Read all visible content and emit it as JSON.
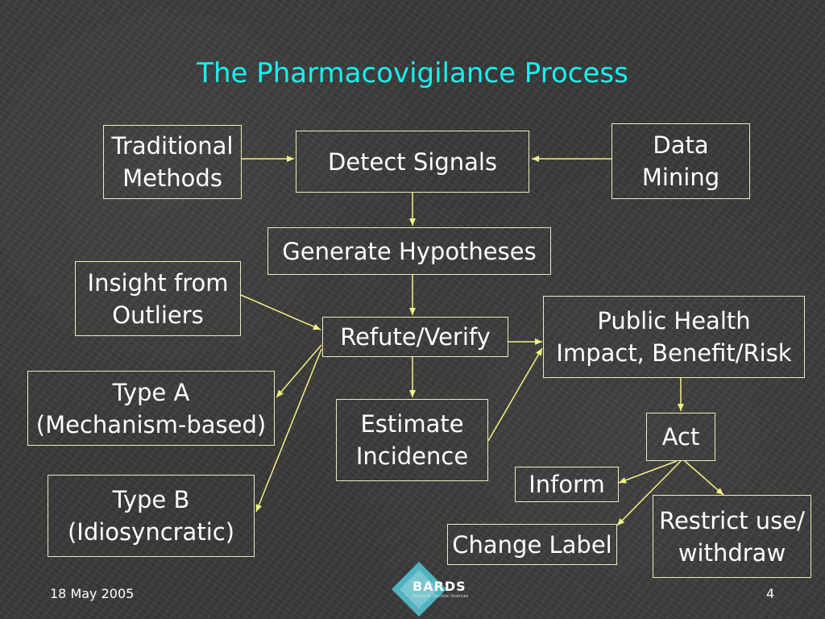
{
  "slide": {
    "title": "The Pharmacovigilance Process",
    "footer_date": "18 May 2005",
    "page_number": "4",
    "logo": {
      "text": "BARDS",
      "tagline": "Research Decision Sciences"
    }
  },
  "colors": {
    "title": "#19f0ee",
    "text": "#ffffff",
    "box_border": "#ecebb8",
    "connector": "#f3f284",
    "background": "#3b3b3b",
    "logo_teal": "#4fb3c0"
  },
  "nodes": {
    "traditional_methods": {
      "line1": "Traditional",
      "line2": "Methods"
    },
    "detect_signals": {
      "line1": "Detect Signals"
    },
    "data_mining": {
      "line1": "Data",
      "line2": "Mining"
    },
    "generate_hypotheses": {
      "line1": "Generate Hypotheses"
    },
    "insight_outliers": {
      "line1": "Insight from",
      "line2": "Outliers"
    },
    "refute_verify": {
      "line1": "Refute/Verify"
    },
    "public_health": {
      "line1": "Public Health",
      "line2": "Impact, Benefit/Risk"
    },
    "type_a": {
      "line1": "Type A",
      "line2": "(Mechanism-based)"
    },
    "estimate_incidence": {
      "line1": "Estimate",
      "line2": "Incidence"
    },
    "act": {
      "line1": "Act"
    },
    "inform": {
      "line1": "Inform"
    },
    "type_b": {
      "line1": "Type B",
      "line2": "(Idiosyncratic)"
    },
    "restrict_use": {
      "line1": "Restrict use/",
      "line2": "withdraw"
    },
    "change_label": {
      "line1": "Change Label"
    }
  }
}
